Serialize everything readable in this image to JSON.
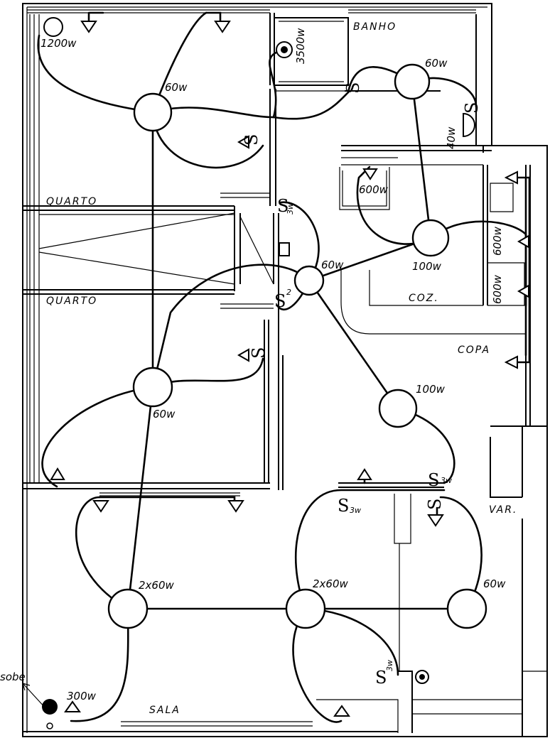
{
  "rooms": {
    "banho": "BANHO",
    "quarto1": "QUARTO",
    "quarto2": "QUARTO",
    "coz": "COZ.",
    "copa": "COPA",
    "var": "VAR.",
    "sala": "SALA"
  },
  "fixtures": {
    "q1_lamp": "60w",
    "banho_lamp": "60w",
    "hall_lamp": "60w",
    "coz_lamp": "100w",
    "copa_lamp": "100w",
    "q2_lamp": "60w",
    "sala_lamp1": "2x60w",
    "sala_lamp2": "2x60w",
    "var_lamp": "60w"
  },
  "loads": {
    "heater_q1": "1200w",
    "shower": "3500w",
    "banho_outlet": "40w",
    "tank": "600w",
    "coz_outlet1": "600w",
    "coz_outlet2": "600w",
    "sala_outlet": "300w"
  },
  "switches": {
    "s": "S",
    "three_way": "3w",
    "two": "2"
  },
  "annotations": {
    "sobe": "sobe"
  }
}
